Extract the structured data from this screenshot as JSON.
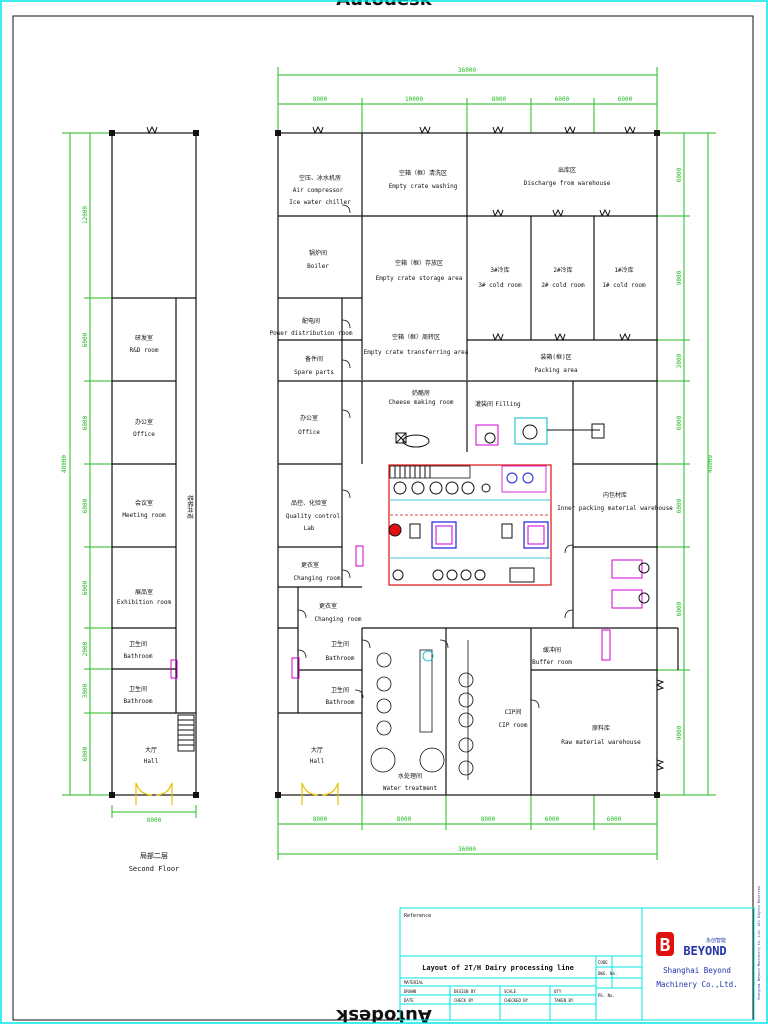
{
  "watermark": "Autodesk",
  "second_floor": {
    "caption_cn": "局部二层",
    "caption_en": "Second Floor",
    "dim_width": "8000",
    "dims_left": [
      "12000",
      "6000",
      "6000",
      "6000",
      "6000",
      "2000",
      "3000",
      "6000"
    ],
    "dim_total": "48000",
    "stair_label": "楼梯井道",
    "rooms": [
      {
        "cn": "研发室",
        "en": "R&D room"
      },
      {
        "cn": "办公室",
        "en": "Office"
      },
      {
        "cn": "会议室",
        "en": "Meeting room"
      },
      {
        "cn": "展品室",
        "en": "Exhibition room"
      },
      {
        "cn": "卫生间",
        "en": "Bathroom"
      },
      {
        "cn": "卫生间",
        "en": "Bathroom"
      },
      {
        "cn": "大厅",
        "en": "Hall"
      }
    ]
  },
  "first_floor": {
    "dim_total_top": "36000",
    "dims_top": [
      "8000",
      "10000",
      "8000",
      "6000",
      "6000"
    ],
    "dims_bottom": [
      "8000",
      "8000",
      "8000",
      "6000",
      "6000"
    ],
    "dim_total_bottom": "36000",
    "dims_right": [
      "6000",
      "9000",
      "3000",
      "6000",
      "6000",
      "6000",
      "9000"
    ],
    "dim_total_right": "48000",
    "rooms": [
      {
        "cn": "空压、冰水机房",
        "en": "Air compressor",
        "en2": "Ice water chiller"
      },
      {
        "cn": "空箱（框）清洗区",
        "en": "Empty crate washing"
      },
      {
        "cn": "出库区",
        "en": "Discharge from warehouse"
      },
      {
        "cn": "锅炉间",
        "en": "Boiler"
      },
      {
        "cn": "空箱（框）存放区",
        "en": "Empty crate storage area"
      },
      {
        "cn": "3#冷库",
        "en": "3# cold room"
      },
      {
        "cn": "2#冷库",
        "en": "2# cold room"
      },
      {
        "cn": "1#冷库",
        "en": "1# cold room"
      },
      {
        "cn": "配电间",
        "en": "Power distribution room"
      },
      {
        "cn": "空箱（框）周转区",
        "en": "Empty crate transferring area"
      },
      {
        "cn": "装箱(框)区",
        "en": "Packing area"
      },
      {
        "cn": "备件间",
        "en": "Spare parts"
      },
      {
        "cn": "奶酪房",
        "en": "Cheese making room"
      },
      {
        "cn": "灌装间",
        "en": "Filling"
      },
      {
        "cn": "办公室",
        "en": "Office"
      },
      {
        "cn": "品控、化验室",
        "en": "Quality control",
        "en2": "Lab"
      },
      {
        "cn": "内包材库",
        "en": "Inner packing material warehouse"
      },
      {
        "cn": "更衣室",
        "en": "Changing room"
      },
      {
        "cn": "更衣室",
        "en": "Changing room"
      },
      {
        "cn": "缓冲间",
        "en": "Buffer room"
      },
      {
        "cn": "卫生间",
        "en": "Bathroom"
      },
      {
        "cn": "卫生间",
        "en": "Bathroom"
      },
      {
        "cn": "CIP间",
        "en": "CIP room"
      },
      {
        "cn": "原料库",
        "en": "Raw material warehouse"
      },
      {
        "cn": "大厅",
        "en": "Hall"
      },
      {
        "cn": "水处理间",
        "en": "Water treatment"
      }
    ]
  },
  "title_block": {
    "reference_label": "Reference",
    "drawing_title": "Layout of 2T/H Dairy processing line",
    "company_line1": "Shanghai Beyond",
    "company_line2": "Machinery Co.,Ltd.",
    "logo_text": "BEYOND",
    "logo_sub": "永创智能",
    "cells": {
      "r1c1": "MATERIAL",
      "r2c1": "DRAWN",
      "r2c2": "DESIGN BY",
      "r2c3": "SCALE",
      "r2c4": "QTY",
      "r3c1": "DATE",
      "r3c2": "CHECK BY",
      "r3c3": "CHECKED BY",
      "r3c4": "TAKEN BY",
      "code": "CODE",
      "dwg_no": "DWG. No.",
      "pg_no": "PG. No."
    },
    "side_note": "Shanghai Beyond Machinery Co.,Ltd. All Rights Reserved"
  },
  "colors": {
    "frame": "#00e5e5",
    "dim": "#22bb22",
    "wall": "#111111",
    "red": "#e01010",
    "magenta": "#d000d0",
    "blue": "#2020dd",
    "cyan": "#00b8c8"
  }
}
